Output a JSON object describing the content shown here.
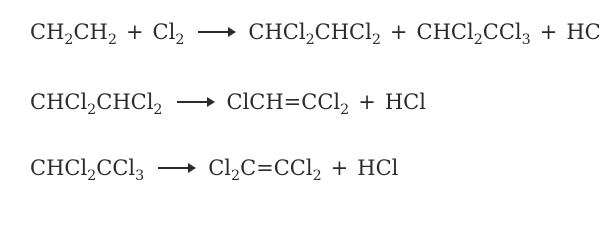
{
  "equations": [
    {
      "reactants": [
        {
          "parts": [
            {
              "t": "CH"
            },
            {
              "s": "2"
            },
            {
              "t": "CH"
            },
            {
              "s": "2"
            }
          ]
        },
        {
          "parts": [
            {
              "t": "Cl"
            },
            {
              "s": "2"
            }
          ]
        }
      ],
      "products": [
        {
          "parts": [
            {
              "t": "CHCl"
            },
            {
              "s": "2"
            },
            {
              "t": "CHCl"
            },
            {
              "s": "2"
            }
          ]
        },
        {
          "parts": [
            {
              "t": "CHCl"
            },
            {
              "s": "2"
            },
            {
              "t": "CCl"
            },
            {
              "s": "3"
            }
          ]
        },
        {
          "parts": [
            {
              "t": "HCl"
            }
          ]
        }
      ]
    },
    {
      "reactants": [
        {
          "parts": [
            {
              "t": "CHCl"
            },
            {
              "s": "2"
            },
            {
              "t": "CHCl"
            },
            {
              "s": "2"
            }
          ]
        }
      ],
      "products": [
        {
          "parts": [
            {
              "t": "ClCH=CCl"
            },
            {
              "s": "2"
            }
          ]
        },
        {
          "parts": [
            {
              "t": "HCl"
            }
          ]
        }
      ]
    },
    {
      "reactants": [
        {
          "parts": [
            {
              "t": "CHCl"
            },
            {
              "s": "2"
            },
            {
              "t": "CCl"
            },
            {
              "s": "3"
            }
          ]
        }
      ],
      "products": [
        {
          "parts": [
            {
              "t": "Cl"
            },
            {
              "s": "2"
            },
            {
              "t": "C=CCl"
            },
            {
              "s": "2"
            }
          ]
        },
        {
          "parts": [
            {
              "t": "HCl"
            }
          ]
        }
      ]
    }
  ],
  "symbols": {
    "plus": "+",
    "arrow_icon": "right-arrow-icon"
  }
}
